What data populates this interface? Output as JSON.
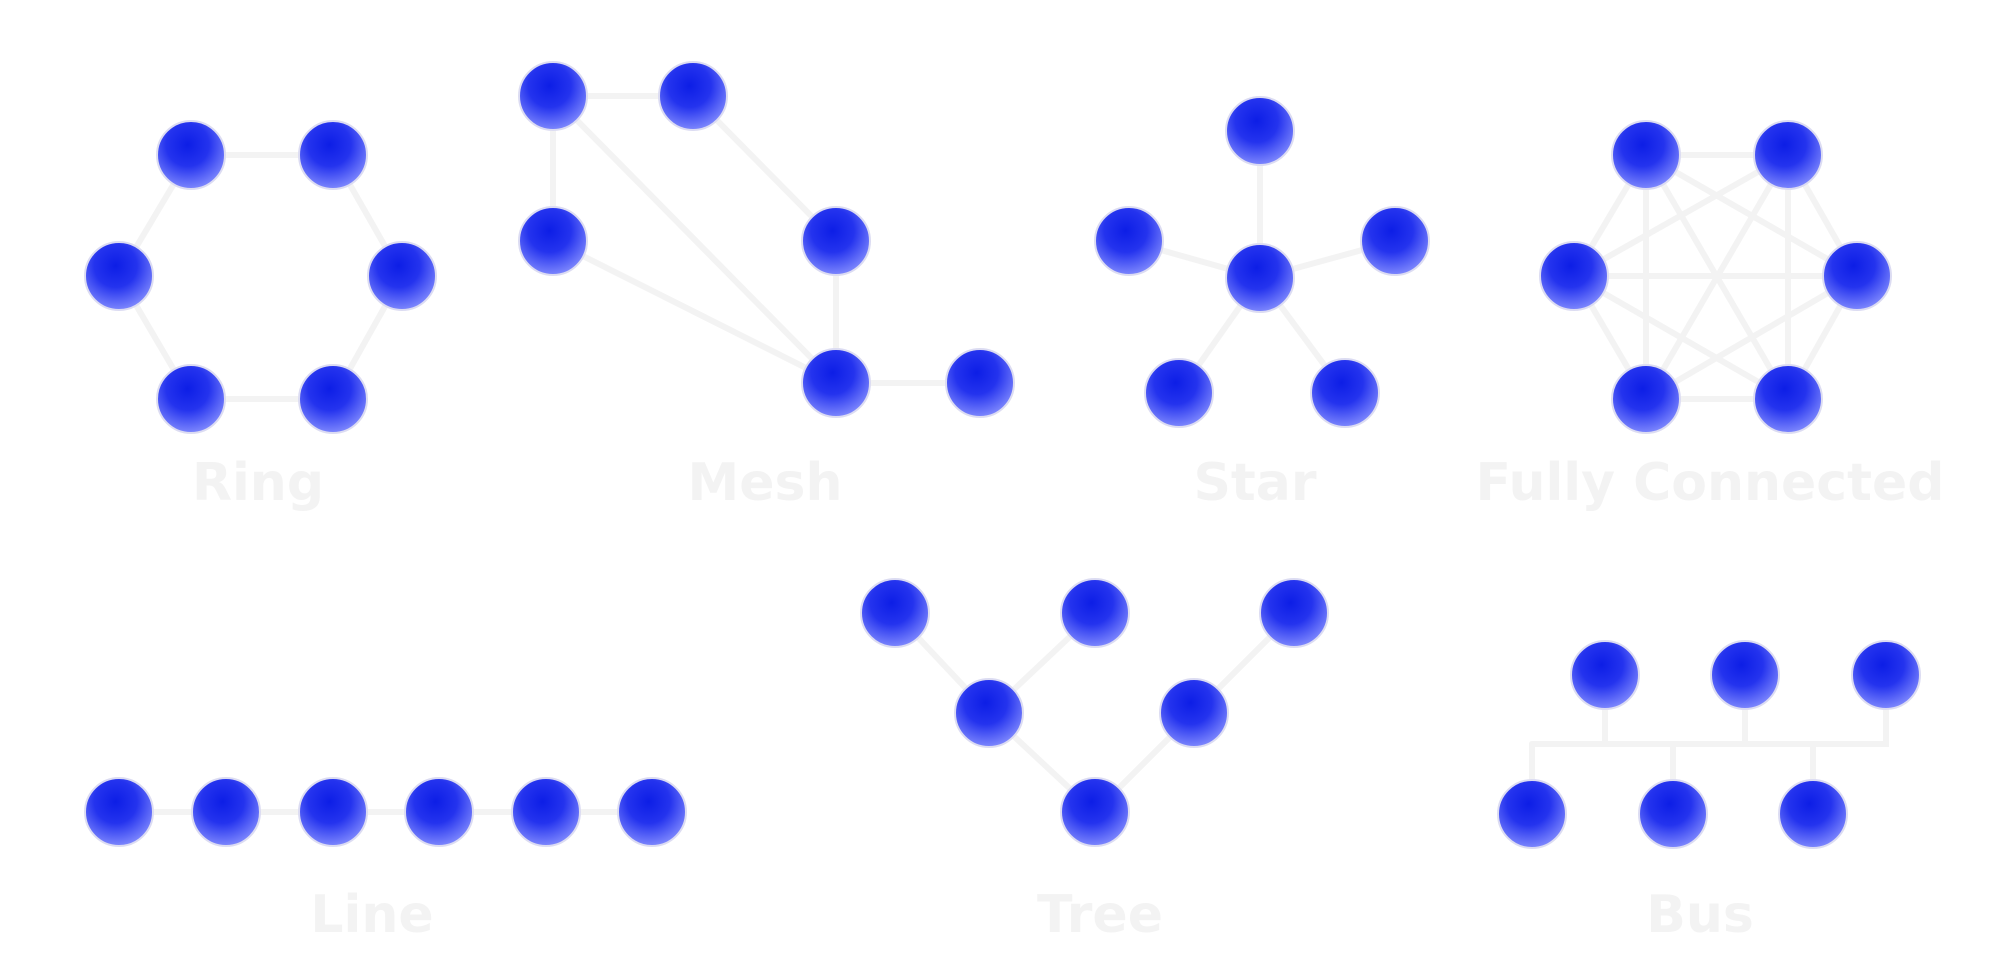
{
  "colors": {
    "node_center": "#0d1ee6",
    "node_edge": "#8a93ff",
    "link": "#f3f3f3",
    "label": "#f3f3f3",
    "background": "#ffffff"
  },
  "topologies": [
    {
      "id": "ring",
      "label": "Ring"
    },
    {
      "id": "mesh",
      "label": "Mesh"
    },
    {
      "id": "star",
      "label": "Star"
    },
    {
      "id": "fully-connected",
      "label": "Fully Connected"
    },
    {
      "id": "line",
      "label": "Line"
    },
    {
      "id": "tree",
      "label": "Tree"
    },
    {
      "id": "bus",
      "label": "Bus"
    }
  ]
}
